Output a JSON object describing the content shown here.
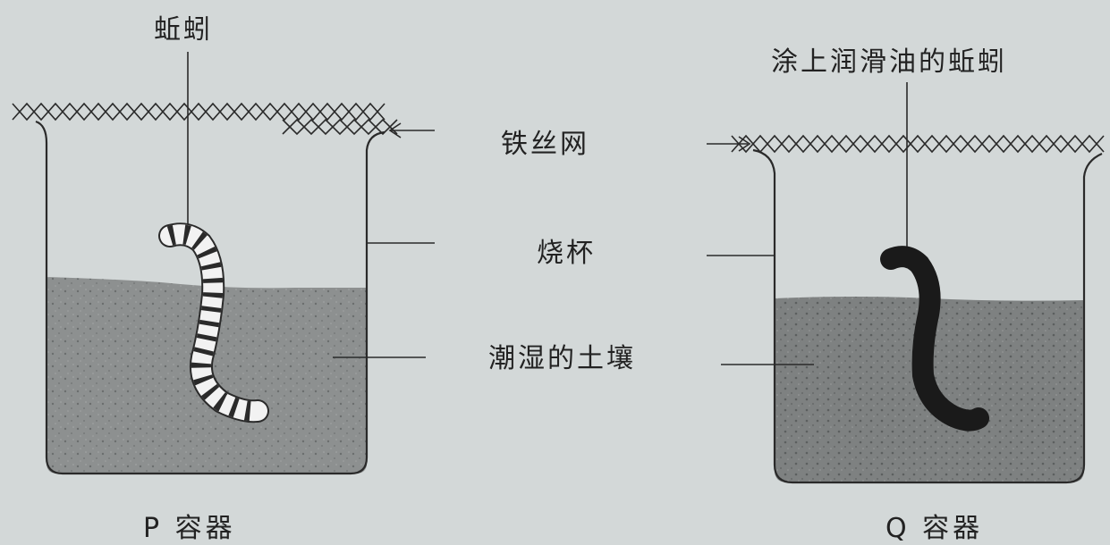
{
  "labels": {
    "worm_p": "蚯蚓",
    "worm_q": "涂上润滑油的蚯蚓",
    "wire_mesh": "铁丝网",
    "beaker": "烧杯",
    "moist_soil": "潮湿的土壤"
  },
  "captions": {
    "p": "P 容器",
    "q": "Q 容器"
  },
  "colors": {
    "background": "#d3d8d8",
    "line": "#2a2a2a",
    "soil": "#8d9090",
    "worm_q": "#1a1a1a"
  }
}
